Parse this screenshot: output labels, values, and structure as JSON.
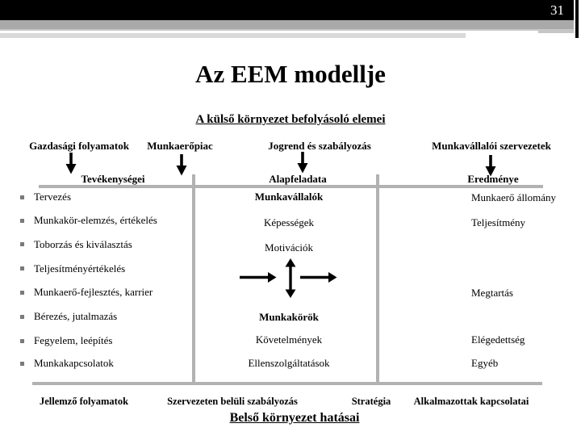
{
  "page_number": "31",
  "title": "Az EEM modellje",
  "subtitle": "A külső környezet befolyásoló elemei",
  "top_headers": [
    "Gazdasági folyamatok",
    "Munkaerőpiac",
    "Jogrend és szabályozás",
    "Munkavállalói szervezetek"
  ],
  "section_headers": [
    "Tevékenységei",
    "Alapfeladata",
    "Eredménye"
  ],
  "left_list": [
    "Tervezés",
    "Munkakör-elemzés, értékelés",
    "Toborzás és kiválasztás",
    "Teljesítményértékelés",
    "Munkaerő-fejlesztés, karrier",
    "Bérezés, jutalmazás",
    "Fegyelem, leépítés",
    "Munkakapcsolatok"
  ],
  "middle_list": [
    "Munkavállalók",
    "Képességek",
    "Motivációk",
    "Munkakörök",
    "Követelmények",
    "Ellenszolgáltatások"
  ],
  "right_list": [
    "Munkaerő állomány",
    "Teljesítmény",
    "Megtartás",
    "Elégedettség",
    "Egyéb"
  ],
  "footer_labels": [
    "Jellemző folyamatok",
    "Szervezeten belüli szabályozás",
    "Stratégia",
    "Alkalmazottak kapcsolatai"
  ],
  "footer_title": "Belső környezet hatásai",
  "icons": {
    "down_arrow": "down-arrow",
    "right_arrow": "right-arrow",
    "vertical_double_arrow": "up-down-arrow",
    "bullet": "square-bullet"
  },
  "colors": {
    "top_bar": "#000000",
    "stripe_dark": "#a9a9a9",
    "stripe_mid": "#c6c6c6",
    "stripe_light": "#d9d9d9",
    "line_gray": "#b2b2b2",
    "text": "#000000",
    "page_number_text": "#ffffff"
  }
}
